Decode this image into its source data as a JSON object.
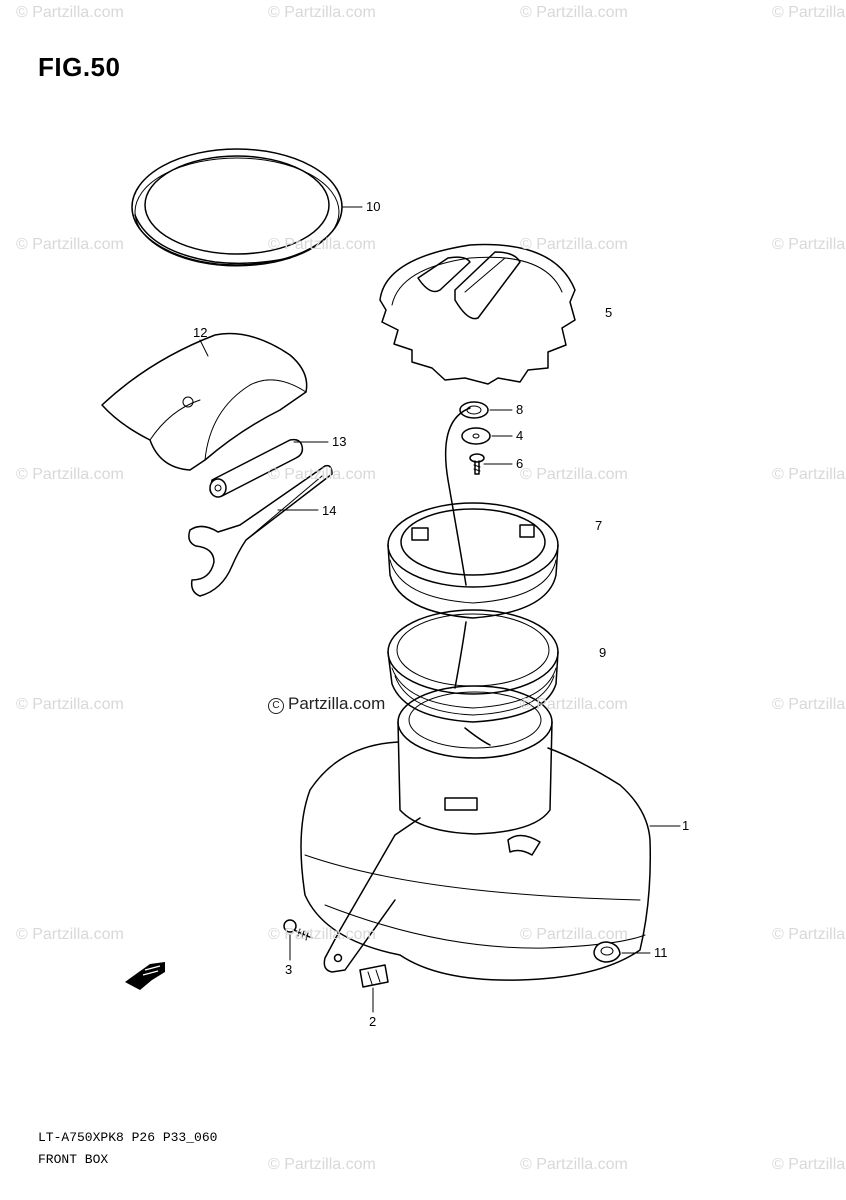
{
  "figure": {
    "title": "FIG.50",
    "code": "LT-A750XPK8 P26 P33_060",
    "name": "FRONT BOX"
  },
  "watermark": {
    "text": "© Partzilla.com",
    "main": "Partzilla.com"
  },
  "parts": [
    {
      "number": "1",
      "shape": "front-box"
    },
    {
      "number": "2",
      "shape": "clip"
    },
    {
      "number": "3",
      "shape": "screw"
    },
    {
      "number": "4",
      "shape": "washer"
    },
    {
      "number": "5",
      "shape": "lid-cap"
    },
    {
      "number": "6",
      "shape": "screw"
    },
    {
      "number": "7",
      "shape": "lid-ring"
    },
    {
      "number": "8",
      "shape": "washer"
    },
    {
      "number": "9",
      "shape": "lid-base-ring"
    },
    {
      "number": "10",
      "shape": "seal-ring"
    },
    {
      "number": "11",
      "shape": "nut"
    },
    {
      "number": "12",
      "shape": "tool-bag"
    },
    {
      "number": "13",
      "shape": "tool"
    },
    {
      "number": "14",
      "shape": "spanner"
    }
  ],
  "icons": [
    "front-arrow-icon"
  ]
}
